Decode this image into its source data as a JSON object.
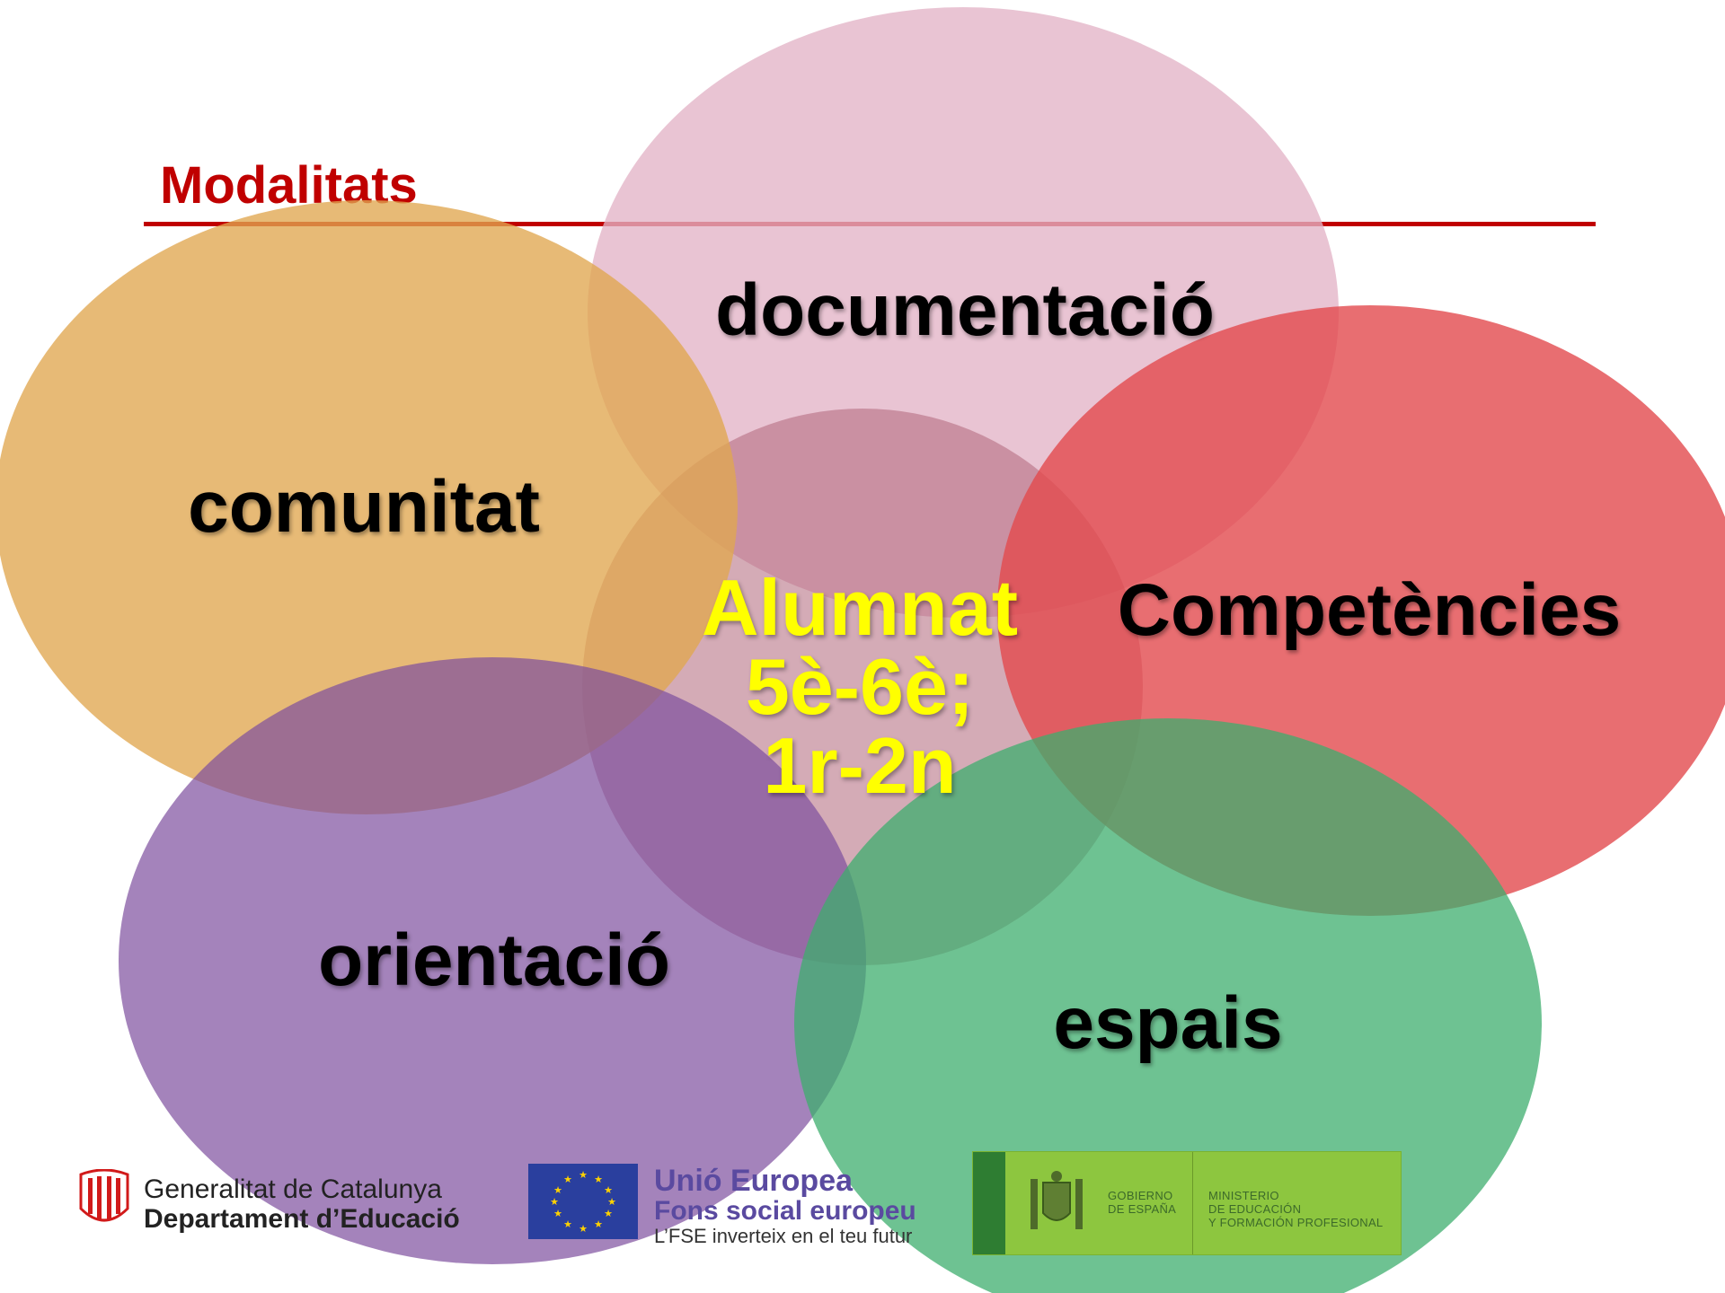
{
  "diagram": {
    "title": "Modalitats",
    "center_lines": [
      "Alumnat",
      "5è-6è;",
      "1r-2n"
    ],
    "nodes": [
      {
        "id": "documentacio",
        "label": "documentació",
        "color": "#e3b4c6"
      },
      {
        "id": "comunitat",
        "label": "comunitat",
        "color": "#e0a64f"
      },
      {
        "id": "competencies",
        "label": "Competències",
        "color": "#e24a4e"
      },
      {
        "id": "orientacio",
        "label": "orientació",
        "color": "#8a64ad"
      },
      {
        "id": "espais",
        "label": "espais",
        "color": "#4eb77d"
      },
      {
        "id": "alumnat",
        "label": "Alumnat 5è-6è; 1r-2n",
        "color": "#b0667a"
      }
    ],
    "colors": {
      "title": "#c00000",
      "center_text": "#ffff00",
      "label_text": "#000000"
    }
  },
  "footer": {
    "gencat": {
      "line1": "Generalitat de Catalunya",
      "line2": "Departament d’Educació"
    },
    "eu": {
      "line1": "Unió Europea",
      "line2": "Fons social europeu",
      "line3": "L’FSE inverteix en el teu futur"
    },
    "spain": {
      "gov": [
        "GOBIERNO",
        "DE ESPAÑA"
      ],
      "ministry": [
        "MINISTERIO",
        "DE EDUCACIÓN",
        "Y FORMACIÓN PROFESIONAL"
      ]
    }
  }
}
